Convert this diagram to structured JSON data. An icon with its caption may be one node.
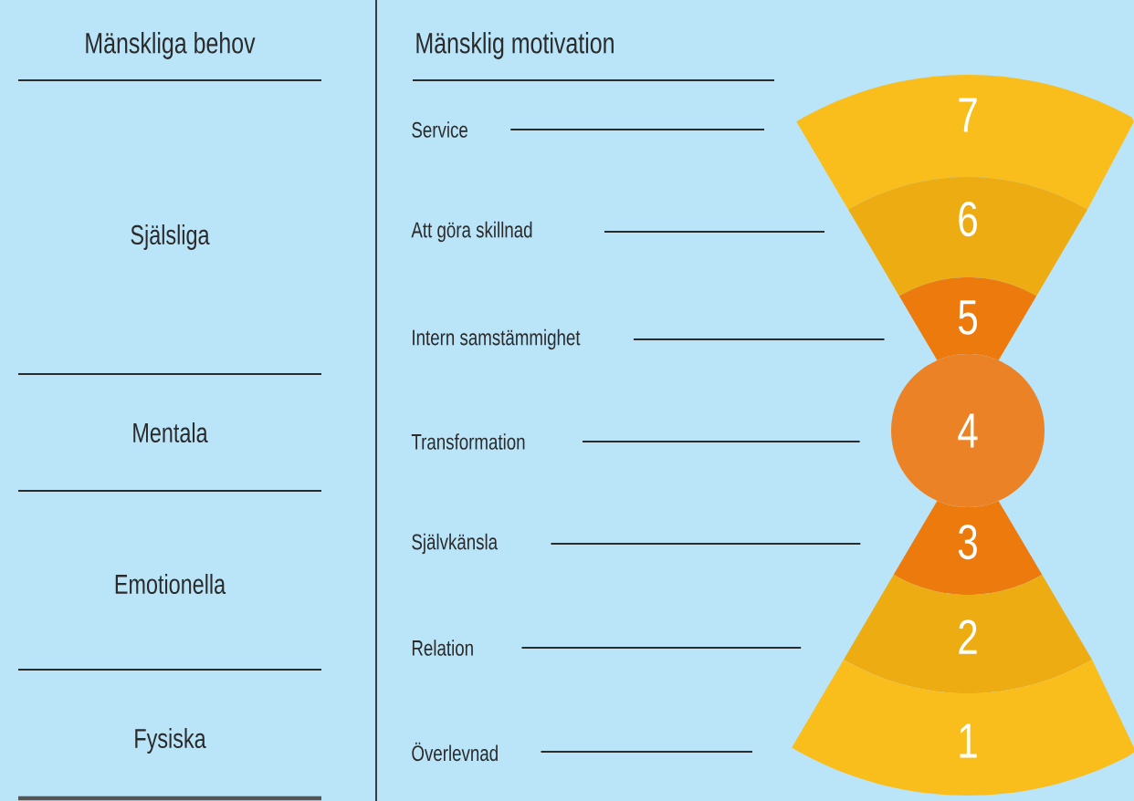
{
  "diagram": {
    "nodes": [
      {
        "text": [
          "Service"
        ]
      },
      {
        "text": [
          "Att göra skillnad"
        ]
      },
      {
        "text": [
          "Intern samstämmighet"
        ]
      },
      {
        "text": [
          "Transformation"
        ]
      },
      {
        "text": [
          "Självkänsla"
        ]
      },
      {
        "text": [
          "Relation"
        ]
      },
      {
        "text": [
          "Överlevnad"
        ]
      },
      {
        "text": [
          "7"
        ]
      },
      {
        "text": [
          "6"
        ]
      },
      {
        "text": [
          "5"
        ]
      },
      {
        "text": [
          "4"
        ]
      },
      {
        "text": [
          "3"
        ]
      },
      {
        "text": [
          "2"
        ]
      },
      {
        "text": [
          "1"
        ]
      }
    ],
    "edges": [
      {
        "from": 0,
        "to": 7,
        "arrow": "none"
      },
      {
        "from": 1,
        "to": 8,
        "arrow": "none"
      },
      {
        "from": 2,
        "to": 9,
        "arrow": "none"
      },
      {
        "from": 3,
        "to": 10,
        "arrow": "none"
      },
      {
        "from": 4,
        "to": 11,
        "arrow": "none"
      },
      {
        "from": 5,
        "to": 12,
        "arrow": "none"
      },
      {
        "from": 6,
        "to": 13,
        "arrow": "none"
      }
    ],
    "labels": [
      "Mänskliga behov",
      "Mänsklig motivation",
      "Själsliga",
      "Mentala",
      "Emotionella",
      "Fysiska"
    ]
  }
}
